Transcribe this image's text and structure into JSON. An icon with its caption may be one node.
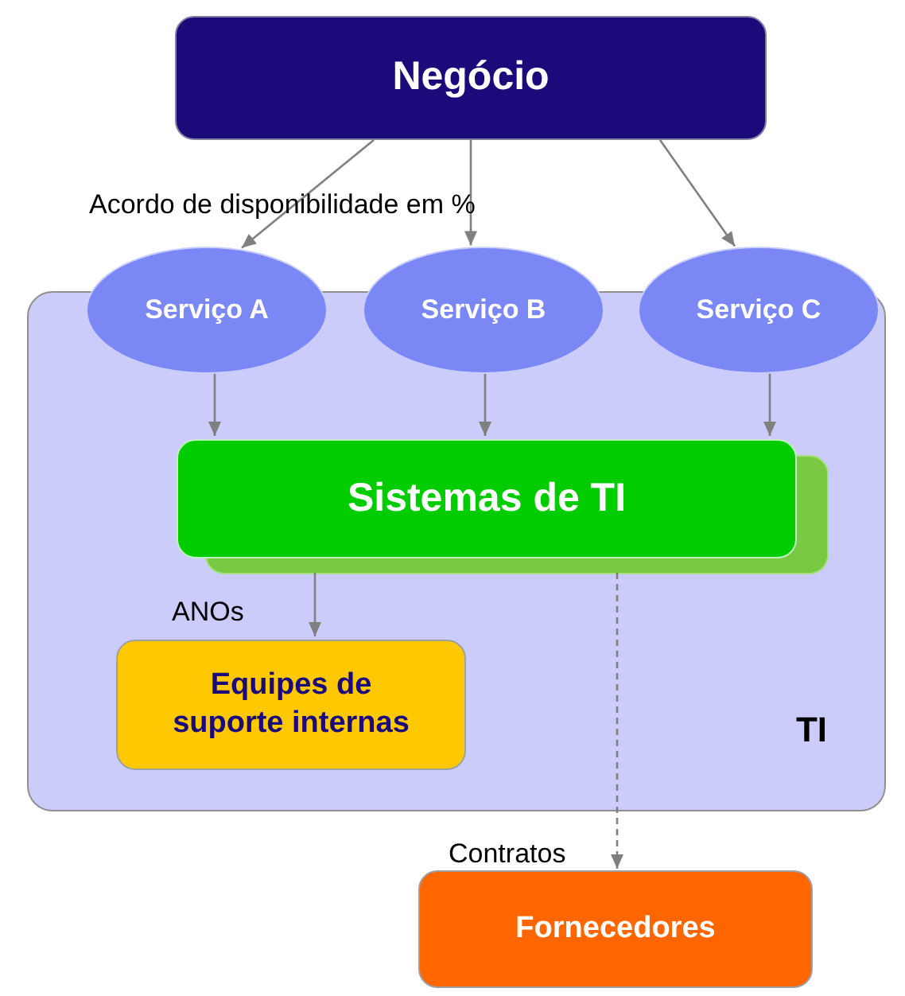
{
  "diagram": {
    "nodes": [
      {
        "text": [
          "Negócio"
        ]
      },
      {
        "text": [
          "TI"
        ]
      },
      {
        "text": [
          "Serviço A"
        ]
      },
      {
        "text": [
          "Serviço B"
        ]
      },
      {
        "text": [
          "Serviço C"
        ]
      },
      {
        "text": [
          "Sistemas de TI"
        ],
        "in": 1
      },
      {
        "text": [
          "Equipes de suporte internas"
        ],
        "in": 1
      },
      {
        "text": [
          "Fornecedores"
        ]
      }
    ],
    "edges": [
      {
        "from": 0,
        "to": 2,
        "arrow": "to"
      },
      {
        "from": 0,
        "to": 3,
        "arrow": "to"
      },
      {
        "from": 0,
        "to": 4,
        "arrow": "to"
      },
      {
        "from": 2,
        "to": 5,
        "arrow": "to"
      },
      {
        "from": 3,
        "to": 5,
        "arrow": "to"
      },
      {
        "from": 4,
        "to": 5,
        "arrow": "to"
      },
      {
        "from": 5,
        "to": 6,
        "arrow": "to",
        "label": "ANOs"
      },
      {
        "from": 5,
        "to": 7,
        "arrow": "to",
        "label": "Contratos",
        "style": "dashed"
      }
    ],
    "labels": [
      "Acordo de disponibilidade em %"
    ]
  }
}
